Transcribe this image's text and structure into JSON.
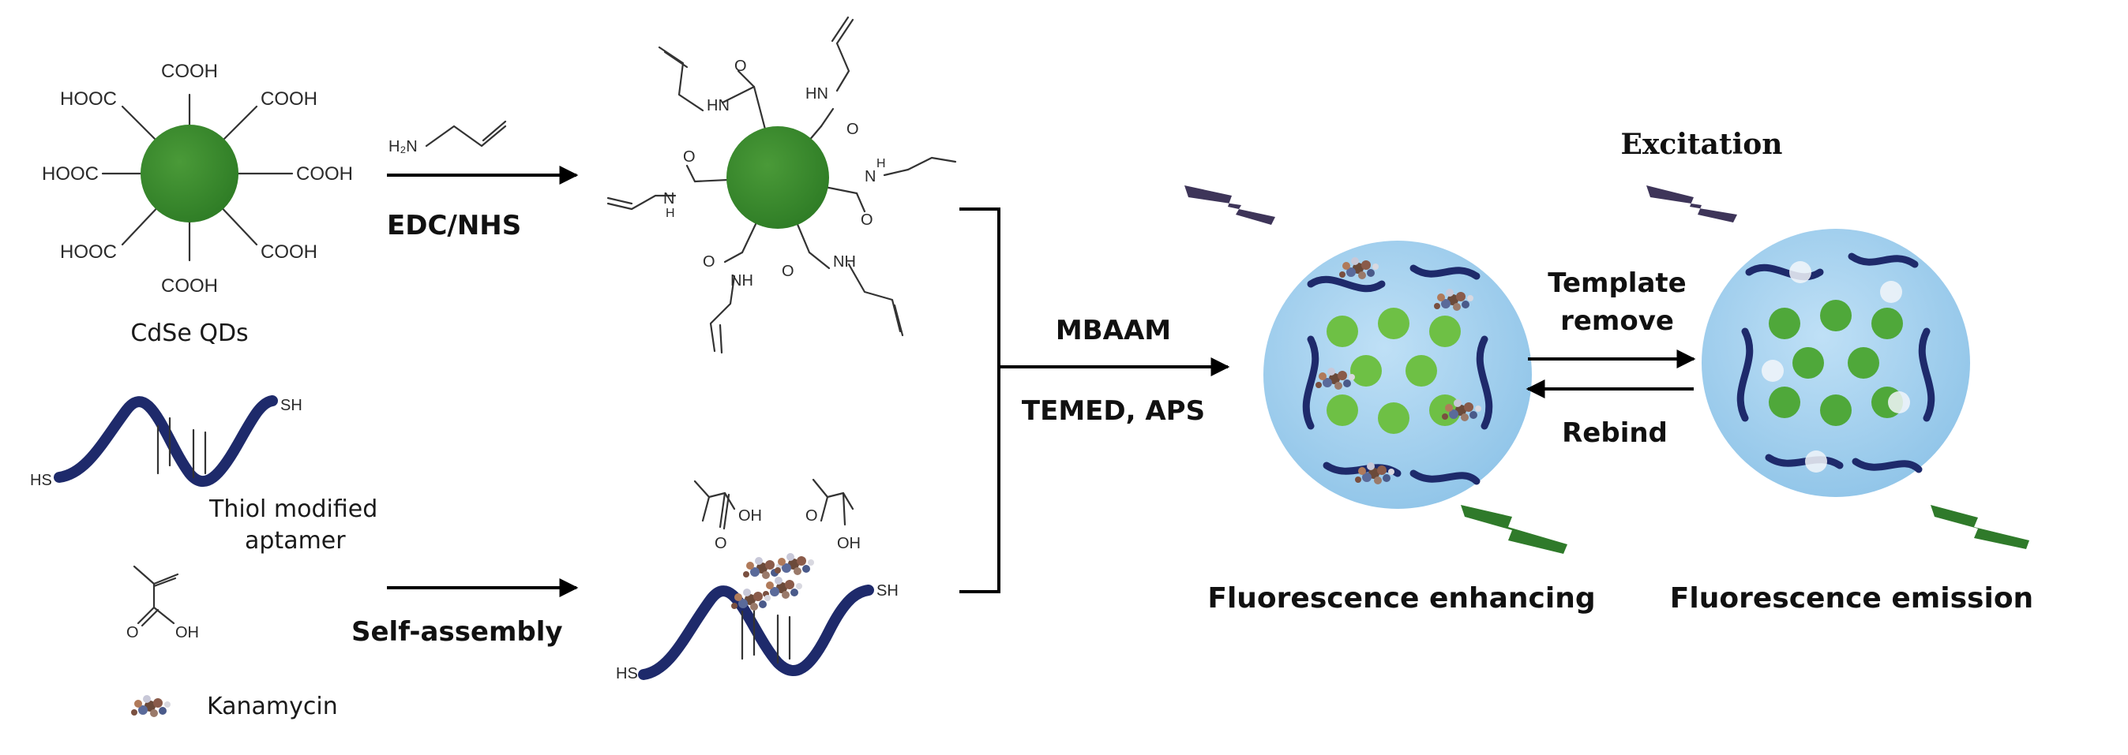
{
  "colors": {
    "qd_green": "#3a8a2e",
    "qd_green_light": "#6ec045",
    "particle_blue": "#a9d3ef",
    "aptamer_navy": "#1e2a6b",
    "lightning_purple": "#3e3559",
    "lightning_green": "#2f7a2a"
  },
  "qd_carboxyl": {
    "label": "CdSe QDs",
    "groups": [
      "COOH",
      "COOH",
      "COOH",
      "COOH",
      "COOH",
      "HOOC",
      "HOOC",
      "HOOC"
    ]
  },
  "allylamine_label": "H₂N",
  "step1_reagent": "EDC/NHS",
  "amide_groups": {
    "nh_label": "NH",
    "hn_label": "HN",
    "o_label": "O",
    "n_label": "N",
    "h_label": "H"
  },
  "aptamer": {
    "thiol_left": "HS",
    "thiol_right": "SH",
    "label_line1": "Thiol modified",
    "label_line2": "aptamer"
  },
  "monomer_labels": {
    "o": "O",
    "oh": "OH"
  },
  "kanamycin_label": "Kanamycin",
  "step2_reagent": "Self-assembly",
  "complex_labels": {
    "oh": "OH",
    "o": "O",
    "hs": "HS",
    "sh": "SH"
  },
  "polymerization": {
    "reagent_top": "MBAAM",
    "reagent_bottom": "TEMED, APS"
  },
  "template_remove": {
    "line1": "Template",
    "line2": "remove"
  },
  "rebind_label": "Rebind",
  "excitation_label": "Excitation",
  "state_left_label": "Fluorescence enhancing",
  "state_right_label": "Fluorescence emission"
}
